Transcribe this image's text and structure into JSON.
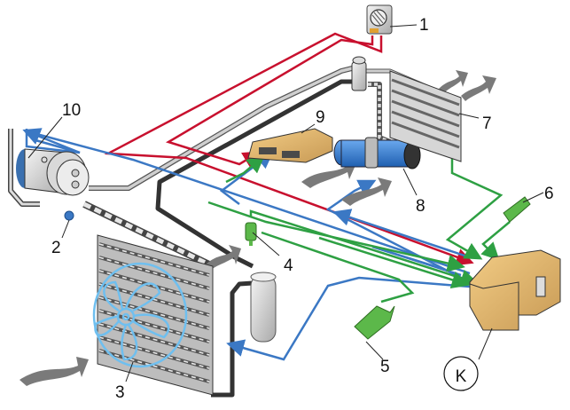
{
  "diagram": {
    "type": "air-conditioning-system-schematic",
    "colors": {
      "signal_red": "#c8102e",
      "signal_blue": "#3b78c4",
      "signal_green": "#2ea043",
      "airflow_gray": "#7a7a7a",
      "module_tan": "#e8b96a",
      "fan_outline": "#6fbfef",
      "blower_blue": "#3e84d6",
      "sensor_green": "#5cb84a",
      "pipe_dark": "#3a3a3a",
      "pipe_light": "#bdbdbd"
    },
    "labels": [
      {
        "id": "1",
        "text": "1",
        "component": "control-panel-switch"
      },
      {
        "id": "2",
        "text": "2",
        "component": "compressor-valve"
      },
      {
        "id": "3",
        "text": "3",
        "component": "condenser-fan"
      },
      {
        "id": "4",
        "text": "4",
        "component": "pressure-switch"
      },
      {
        "id": "5",
        "text": "5",
        "component": "temperature-sensor"
      },
      {
        "id": "6",
        "text": "6",
        "component": "evaporator-sensor"
      },
      {
        "id": "7",
        "text": "7",
        "component": "evaporator"
      },
      {
        "id": "8",
        "text": "8",
        "component": "blower-motor"
      },
      {
        "id": "9",
        "text": "9",
        "component": "engine-control-unit"
      },
      {
        "id": "10",
        "text": "10",
        "component": "compressor-clutch"
      }
    ],
    "control_module_symbol": "K"
  }
}
